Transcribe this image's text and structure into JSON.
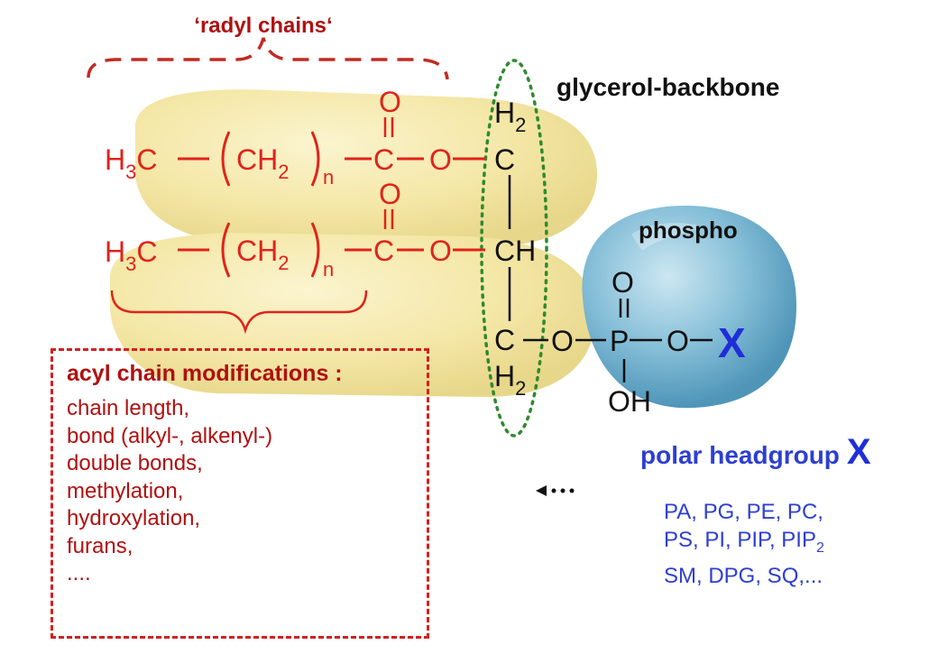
{
  "labels": {
    "radyl_chains": "‘radyl chains‘",
    "glycerol_backbone": "glycerol-backbone",
    "phospho": "phospho",
    "polar_headgroup": "polar headgroup",
    "polar_headgroup_x": "X"
  },
  "acyl_modifications": {
    "title": "acyl chain modifications :",
    "items": [
      "chain length,",
      "bond (alkyl-, alkenyl-)",
      "double bonds,",
      "methylation,",
      "hydroxylation,",
      "furans,",
      "...."
    ]
  },
  "headgroups": {
    "line1": "PA, PG, PE, PC,",
    "line2_prefix": "PS, PI, PIP, PIP",
    "line2_sub": "2",
    "line3": "SM, DPG, SQ,..."
  },
  "formula": {
    "methyl": "H",
    "methyl_sub": "3",
    "methyl_c": "C",
    "methylene": "CH",
    "methylene_sub": "2",
    "repeat_n": "n",
    "carbonyl_c": "C",
    "oxygen": "O",
    "glycerol_c": "C",
    "glycerol_ch": "CH",
    "glycerol_h": "H",
    "glycerol_h_sub": "2",
    "phosphorus": "P",
    "hydroxyl": "OH",
    "substituent": "X"
  },
  "colors": {
    "chain_red": "#e0231b",
    "label_dark_red": "#b01010",
    "dash_red": "#d42020",
    "glycerol_green": "#2e8a2e",
    "headgroup_blue": "#2d3fd2",
    "x_blue": "#1f2fd8",
    "tail_yellow": "#f4e7a6",
    "head_cyan": "#7fb8d4"
  }
}
